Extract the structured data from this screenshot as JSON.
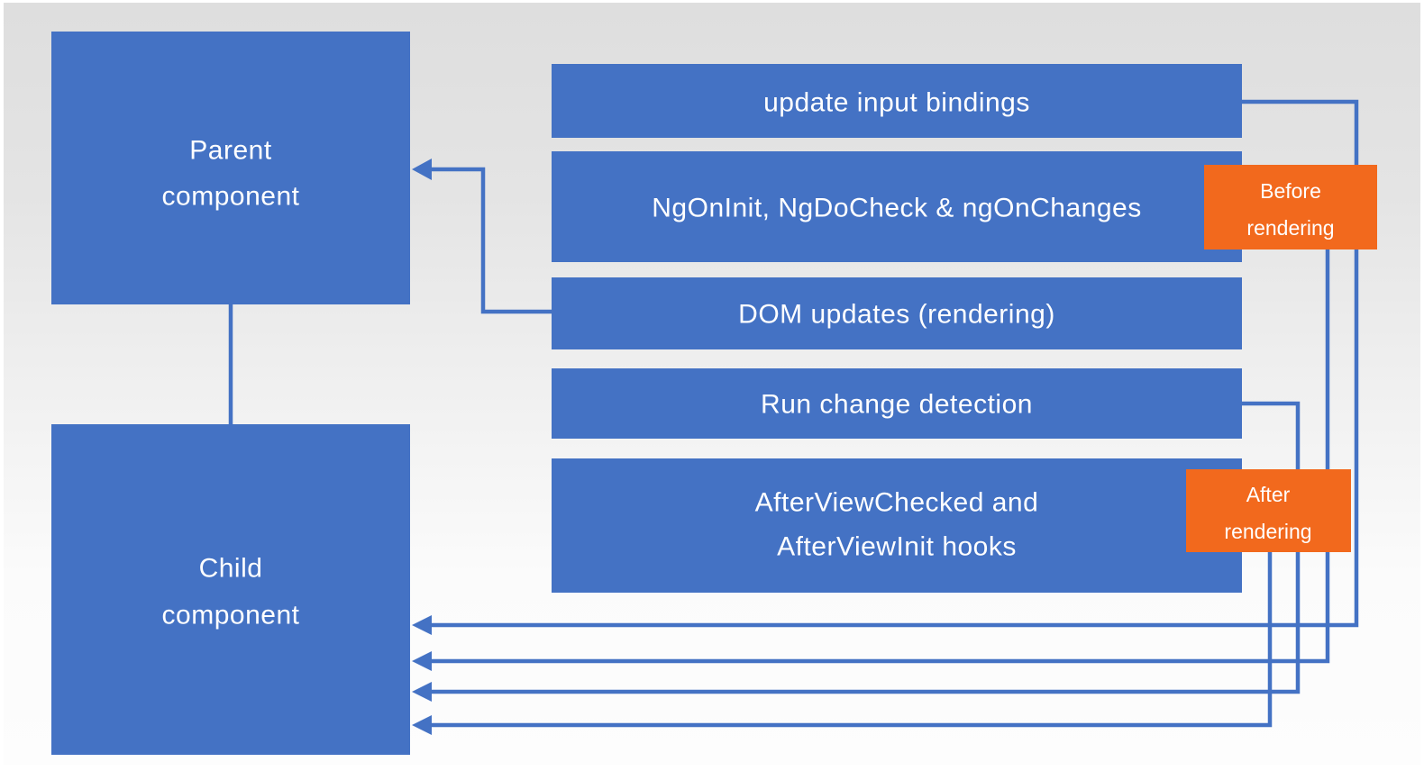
{
  "diagram": {
    "description": "Angular component lifecycle rendering flow diagram",
    "colors": {
      "box_blue": "#4472C4",
      "connector_blue": "#4472C4",
      "badge_orange": "#F2691D",
      "label_text": "#FFFFFF",
      "background_top": "#DEDEDE",
      "background_bottom": "#FDFDFD"
    },
    "components": {
      "parent": {
        "line1": "Parent",
        "line2": "component"
      },
      "child": {
        "line1": "Child",
        "line2": "component"
      }
    },
    "steps": [
      {
        "label": "update input bindings"
      },
      {
        "label": "NgOnInit, NgDoCheck & ngOnChanges"
      },
      {
        "label": "DOM updates (rendering)"
      },
      {
        "label": "Run change detection"
      },
      {
        "line1": "AfterViewChecked and",
        "line2": "AfterViewInit hooks"
      }
    ],
    "badges": {
      "before": {
        "line1": "Before",
        "line2": "rendering"
      },
      "after": {
        "line1": "After",
        "line2": "rendering"
      }
    }
  }
}
